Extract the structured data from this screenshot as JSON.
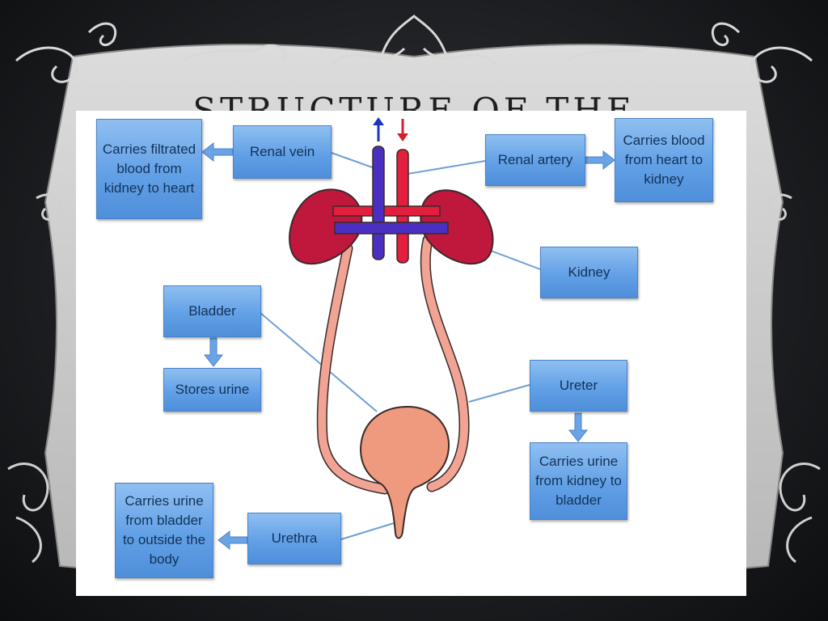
{
  "slide": {
    "title": "STRUCTURE OF THE"
  },
  "diagram": {
    "labels": {
      "renal_vein": "Renal vein",
      "renal_vein_desc": "Carries filtrated blood from kidney to heart",
      "renal_artery": "Renal artery",
      "renal_artery_desc": "Carries blood from heart to kidney",
      "kidney": "Kidney",
      "bladder": "Bladder",
      "bladder_desc": "Stores urine",
      "ureter": "Ureter",
      "ureter_desc": "Carries urine from kidney to bladder",
      "urethra": "Urethra",
      "urethra_desc": "Carries urine from bladder to outside the body"
    },
    "colors": {
      "box": "#62a0e6",
      "box_text": "#123258",
      "vein": "#4b2fc0",
      "artery": "#e21f3c",
      "kidney": "#c0183c",
      "ureter": "#f2a494",
      "bladder": "#ef9a7e",
      "leader_line": "#6f9fd6",
      "up_arrow": "#1736c9",
      "down_arrow": "#d61e2d"
    }
  }
}
